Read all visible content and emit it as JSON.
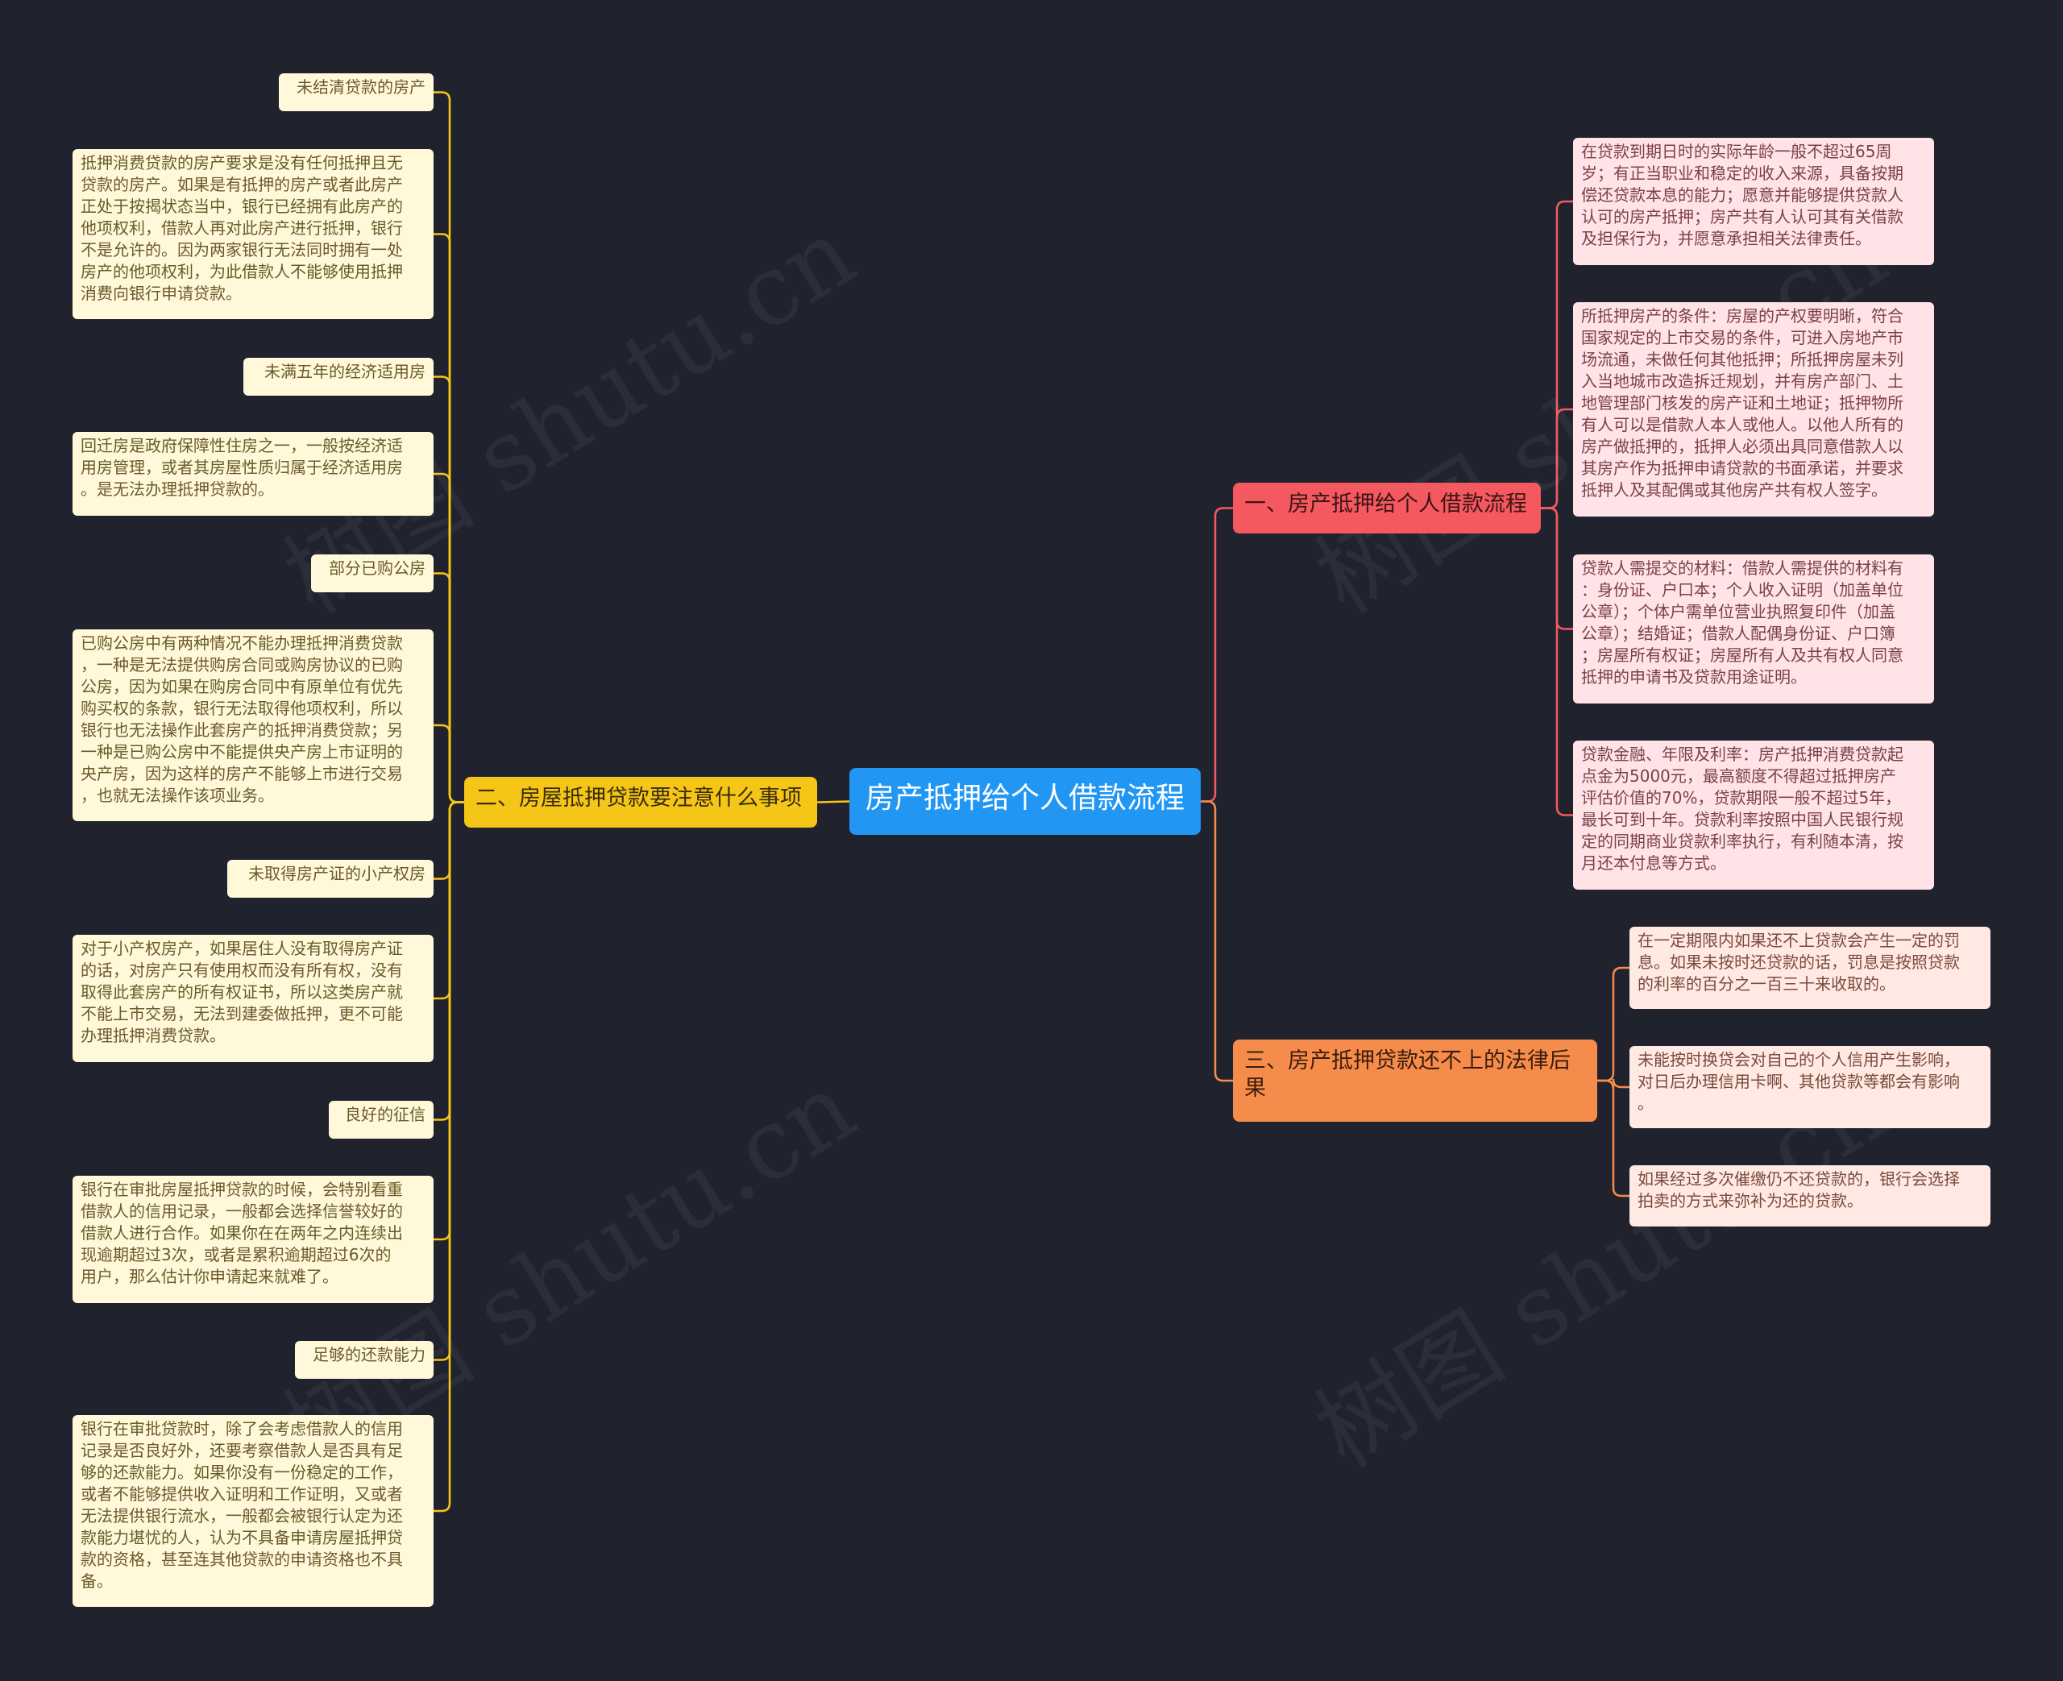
{
  "watermark": "树图 shutu.cn",
  "colors": {
    "background": "#20232e",
    "root": "#2196f3",
    "branch1": "#f3595f",
    "branch2": "#f5c518",
    "branch3": "#f68c4b",
    "link_left": "#f5c518",
    "link_right_1": "#f3595f",
    "link_right_3": "#f68c4b"
  },
  "root": {
    "label": "房产抵押给个人借款流程"
  },
  "branches": {
    "b1": {
      "label": "一、房产抵押给个人借款流程",
      "items": [
        "在贷款到期日时的实际年龄一般不超过65周\n岁；有正当职业和稳定的收入来源，具备按期\n偿还贷款本息的能力；愿意并能够提供贷款人\n认可的房产抵押；房产共有人认可其有关借款\n及担保行为，并愿意承担相关法律责任。",
        "所抵押房产的条件：房屋的产权要明晰，符合\n国家规定的上市交易的条件，可进入房地产市\n场流通，未做任何其他抵押；所抵押房屋未列\n入当地城市改造拆迁规划，并有房产部门、土\n地管理部门核发的房产证和土地证；抵押物所\n有人可以是借款人本人或他人。以他人所有的\n房产做抵押的，抵押人必须出具同意借款人以\n其房产作为抵押申请贷款的书面承诺，并要求\n抵押人及其配偶或其他房产共有权人签字。",
        "贷款人需提交的材料：借款人需提供的材料有\n：身份证、户口本；个人收入证明（加盖单位\n公章）；个体户需单位营业执照复印件（加盖\n公章）；结婚证；借款人配偶身份证、户口簿\n；房屋所有权证；房屋所有人及共有权人同意\n抵押的申请书及贷款用途证明。",
        "贷款金融、年限及利率：房产抵押消费贷款起\n点金为5000元，最高额度不得超过抵押房产\n评估价值的70%，贷款期限一般不超过5年，\n最长可到十年。贷款利率按照中国人民银行规\n定的同期商业贷款利率执行，有利随本清，按\n月还本付息等方式。"
      ]
    },
    "b2": {
      "label": "二、房屋抵押贷款要注意什么事项",
      "items": [
        "未结清贷款的房产",
        "抵押消费贷款的房产要求是没有任何抵押且无\n贷款的房产。如果是有抵押的房产或者此房产\n正处于按揭状态当中，银行已经拥有此房产的\n他项权利，借款人再对此房产进行抵押，银行\n不是允许的。因为两家银行无法同时拥有一处\n房产的他项权利，为此借款人不能够使用抵押\n消费向银行申请贷款。",
        "未满五年的经济适用房",
        "回迁房是政府保障性住房之一，一般按经济适\n用房管理，或者其房屋性质归属于经济适用房\n。是无法办理抵押贷款的。",
        "部分已购公房",
        "已购公房中有两种情况不能办理抵押消费贷款\n，一种是无法提供购房合同或购房协议的已购\n公房，因为如果在购房合同中有原单位有优先\n购买权的条款，银行无法取得他项权利，所以\n银行也无法操作此套房产的抵押消费贷款；另\n一种是已购公房中不能提供央产房上市证明的\n央产房，因为这样的房产不能够上市进行交易\n，也就无法操作该项业务。",
        "未取得房产证的小产权房",
        "对于小产权房产，如果居住人没有取得房产证\n的话，对房产只有使用权而没有所有权，没有\n取得此套房产的所有权证书，所以这类房产就\n不能上市交易，无法到建委做抵押，更不可能\n办理抵押消费贷款。",
        "良好的征信",
        "银行在审批房屋抵押贷款的时候，会特别看重\n借款人的信用记录，一般都会选择信誉较好的\n借款人进行合作。如果你在在两年之内连续出\n现逾期超过3次，或者是累积逾期超过6次的\n用户，那么估计你申请起来就难了。",
        "足够的还款能力",
        "银行在审批贷款时，除了会考虑借款人的信用\n记录是否良好外，还要考察借款人是否具有足\n够的还款能力。如果你没有一份稳定的工作，\n或者不能够提供收入证明和工作证明，又或者\n无法提供银行流水，一般都会被银行认定为还\n款能力堪忧的人，认为不具备申请房屋抵押贷\n款的资格，甚至连其他贷款的申请资格也不具\n备。"
      ]
    },
    "b3": {
      "label": "三、房产抵押贷款还不上的法律后\n果",
      "items": [
        "在一定期限内如果还不上贷款会产生一定的罚\n息。如果未按时还贷款的话，罚息是按照贷款\n的利率的百分之一百三十来收取的。",
        "未能按时换贷会对自己的个人信用产生影响，\n对日后办理信用卡啊、其他贷款等都会有影响\n。",
        "如果经过多次催缴仍不还贷款的，银行会选择\n拍卖的方式来弥补为还的贷款。"
      ]
    }
  }
}
